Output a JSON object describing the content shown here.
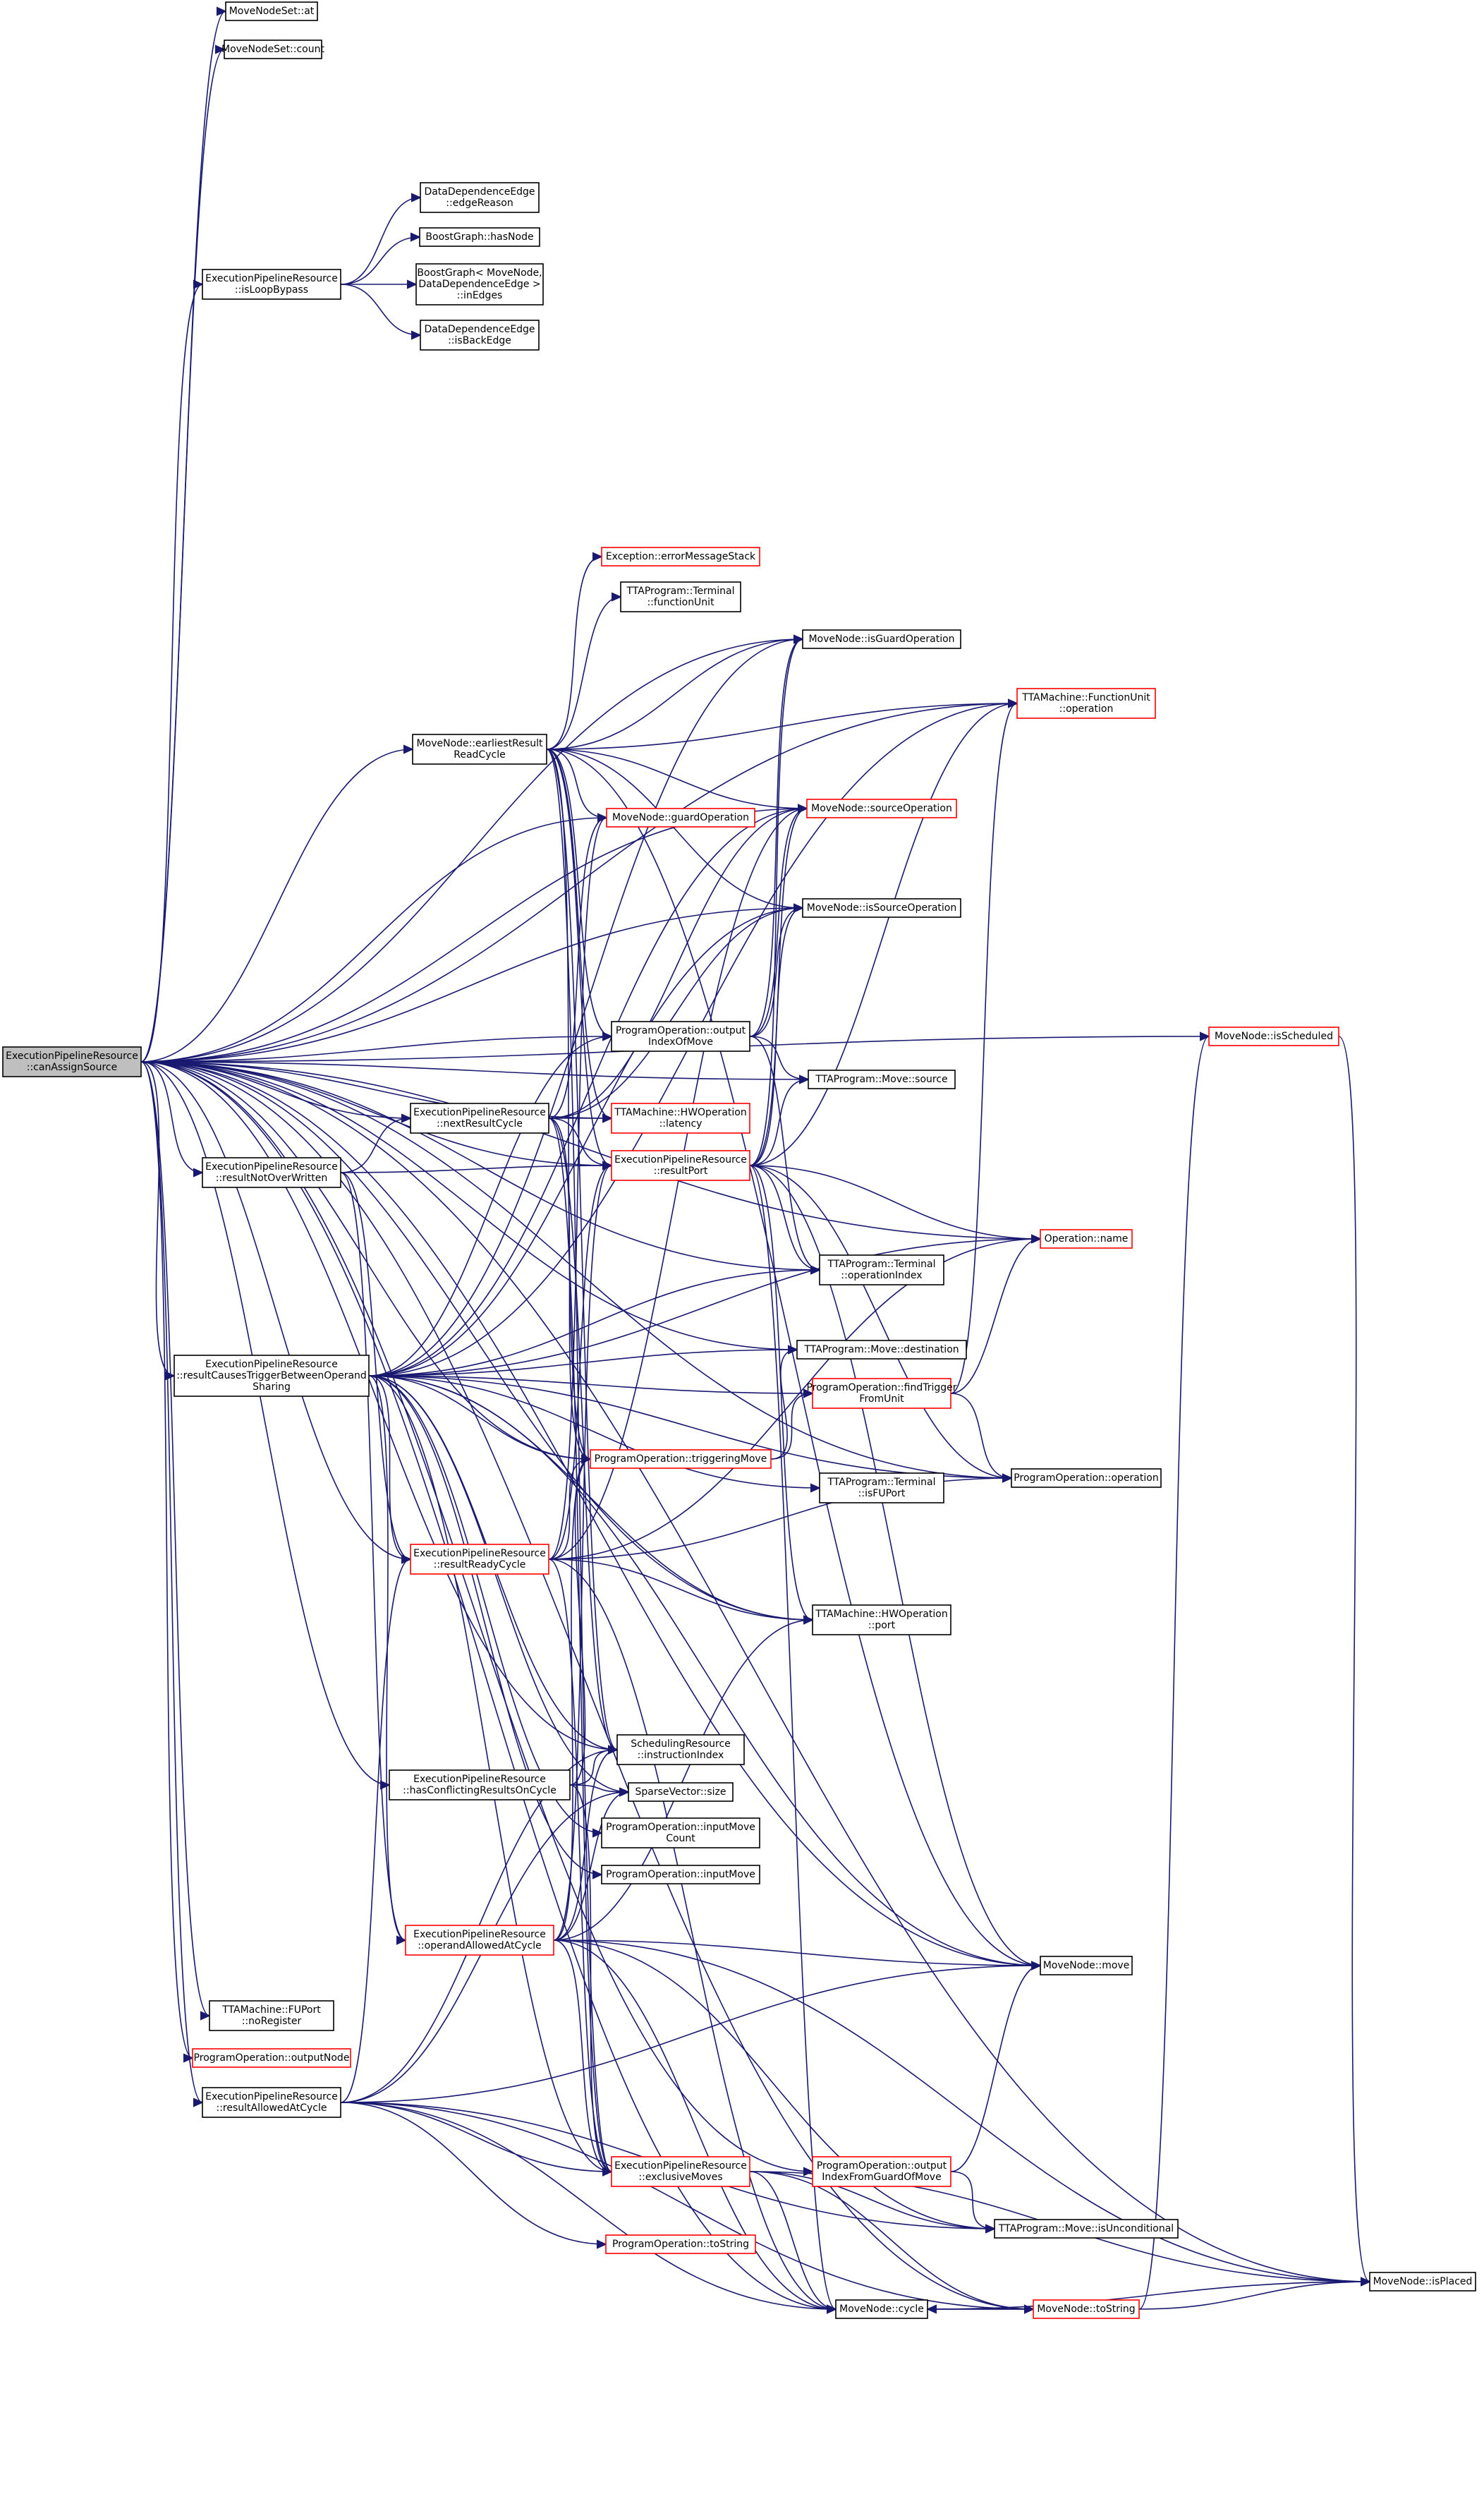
{
  "graph": {
    "root_label": "ExecutionPipelineResource::canAssignSource",
    "nodes": [
      {
        "id": "root",
        "lines": [
          "ExecutionPipelineResource",
          "::canAssignSource"
        ],
        "kind": "root"
      },
      {
        "id": "mns_at",
        "lines": [
          "MoveNodeSet::at"
        ],
        "kind": "normal"
      },
      {
        "id": "mns_count",
        "lines": [
          "MoveNodeSet::count"
        ],
        "kind": "normal"
      },
      {
        "id": "dde_reason",
        "lines": [
          "DataDependenceEdge",
          "::edgeReason"
        ],
        "kind": "normal"
      },
      {
        "id": "bg_hasnode",
        "lines": [
          "BoostGraph::hasNode"
        ],
        "kind": "normal"
      },
      {
        "id": "epr_loop",
        "lines": [
          "ExecutionPipelineResource",
          "::isLoopBypass"
        ],
        "kind": "normal"
      },
      {
        "id": "bg_inedges",
        "lines": [
          "BoostGraph< MoveNode,",
          "DataDependenceEdge >",
          "::inEdges"
        ],
        "kind": "normal"
      },
      {
        "id": "dde_back",
        "lines": [
          "DataDependenceEdge",
          "::isBackEdge"
        ],
        "kind": "normal"
      },
      {
        "id": "exc_err",
        "lines": [
          "Exception::errorMessageStack"
        ],
        "kind": "red"
      },
      {
        "id": "term_fu",
        "lines": [
          "TTAProgram::Terminal",
          "::functionUnit"
        ],
        "kind": "normal"
      },
      {
        "id": "mn_isguard",
        "lines": [
          "MoveNode::isGuardOperation"
        ],
        "kind": "normal"
      },
      {
        "id": "fu_op",
        "lines": [
          "TTAMachine::FunctionUnit",
          "::operation"
        ],
        "kind": "red"
      },
      {
        "id": "mn_earliest",
        "lines": [
          "MoveNode::earliestResult",
          "ReadCycle"
        ],
        "kind": "normal"
      },
      {
        "id": "mn_srcop",
        "lines": [
          "MoveNode::sourceOperation"
        ],
        "kind": "red"
      },
      {
        "id": "mn_guardop",
        "lines": [
          "MoveNode::guardOperation"
        ],
        "kind": "red"
      },
      {
        "id": "mn_issrc",
        "lines": [
          "MoveNode::isSourceOperation"
        ],
        "kind": "normal"
      },
      {
        "id": "mn_issched",
        "lines": [
          "MoveNode::isScheduled"
        ],
        "kind": "red"
      },
      {
        "id": "po_outidx",
        "lines": [
          "ProgramOperation::output",
          "IndexOfMove"
        ],
        "kind": "normal"
      },
      {
        "id": "move_source",
        "lines": [
          "TTAProgram::Move::source"
        ],
        "kind": "normal"
      },
      {
        "id": "epr_nextres",
        "lines": [
          "ExecutionPipelineResource",
          "::nextResultCycle"
        ],
        "kind": "normal"
      },
      {
        "id": "hwop_lat",
        "lines": [
          "TTAMachine::HWOperation",
          "::latency"
        ],
        "kind": "red"
      },
      {
        "id": "epr_resnot",
        "lines": [
          "ExecutionPipelineResource",
          "::resultNotOverWritten"
        ],
        "kind": "normal"
      },
      {
        "id": "epr_resport",
        "lines": [
          "ExecutionPipelineResource",
          "::resultPort"
        ],
        "kind": "red"
      },
      {
        "id": "op_name",
        "lines": [
          "Operation::name"
        ],
        "kind": "red"
      },
      {
        "id": "term_opidx",
        "lines": [
          "TTAProgram::Terminal",
          "::operationIndex"
        ],
        "kind": "normal"
      },
      {
        "id": "move_dest",
        "lines": [
          "TTAProgram::Move::destination"
        ],
        "kind": "normal"
      },
      {
        "id": "epr_trig",
        "lines": [
          "ExecutionPipelineResource",
          "::resultCausesTriggerBetweenOperand",
          "Sharing"
        ],
        "kind": "normal"
      },
      {
        "id": "po_findtrig",
        "lines": [
          "ProgramOperation::findTrigger",
          "FromUnit"
        ],
        "kind": "red"
      },
      {
        "id": "po_trigmove",
        "lines": [
          "ProgramOperation::triggeringMove"
        ],
        "kind": "red"
      },
      {
        "id": "term_isfu",
        "lines": [
          "TTAProgram::Terminal",
          "::isFUPort"
        ],
        "kind": "normal"
      },
      {
        "id": "po_operation",
        "lines": [
          "ProgramOperation::operation"
        ],
        "kind": "normal"
      },
      {
        "id": "epr_resready",
        "lines": [
          "ExecutionPipelineResource",
          "::resultReadyCycle"
        ],
        "kind": "red"
      },
      {
        "id": "hwop_port",
        "lines": [
          "TTAMachine::HWOperation",
          "::port"
        ],
        "kind": "normal"
      },
      {
        "id": "sr_instr",
        "lines": [
          "SchedulingResource",
          "::instructionIndex"
        ],
        "kind": "normal"
      },
      {
        "id": "epr_hasconf",
        "lines": [
          "ExecutionPipelineResource",
          "::hasConflictingResultsOnCycle"
        ],
        "kind": "normal"
      },
      {
        "id": "sv_size",
        "lines": [
          "SparseVector::size"
        ],
        "kind": "normal"
      },
      {
        "id": "po_inmovecount",
        "lines": [
          "ProgramOperation::inputMove",
          "Count"
        ],
        "kind": "normal"
      },
      {
        "id": "po_inmove",
        "lines": [
          "ProgramOperation::inputMove"
        ],
        "kind": "normal"
      },
      {
        "id": "epr_opallowed",
        "lines": [
          "ExecutionPipelineResource",
          "::operandAllowedAtCycle"
        ],
        "kind": "red"
      },
      {
        "id": "mn_move",
        "lines": [
          "MoveNode::move"
        ],
        "kind": "normal"
      },
      {
        "id": "fuport_noreg",
        "lines": [
          "TTAMachine::FUPort",
          "::noRegister"
        ],
        "kind": "normal"
      },
      {
        "id": "po_outnode",
        "lines": [
          "ProgramOperation::outputNode"
        ],
        "kind": "red"
      },
      {
        "id": "epr_resallowed",
        "lines": [
          "ExecutionPipelineResource",
          "::resultAllowedAtCycle"
        ],
        "kind": "normal"
      },
      {
        "id": "epr_excl",
        "lines": [
          "ExecutionPipelineResource",
          "::exclusiveMoves"
        ],
        "kind": "red"
      },
      {
        "id": "po_outidxguard",
        "lines": [
          "ProgramOperation::output",
          "IndexFromGuardOfMove"
        ],
        "kind": "red"
      },
      {
        "id": "move_uncond",
        "lines": [
          "TTAProgram::Move::isUnconditional"
        ],
        "kind": "normal"
      },
      {
        "id": "po_tostring",
        "lines": [
          "ProgramOperation::toString"
        ],
        "kind": "red"
      },
      {
        "id": "mn_isplaced",
        "lines": [
          "MoveNode::isPlaced"
        ],
        "kind": "normal"
      },
      {
        "id": "mn_cycle",
        "lines": [
          "MoveNode::cycle"
        ],
        "kind": "normal"
      },
      {
        "id": "mn_tostring",
        "lines": [
          "MoveNode::toString"
        ],
        "kind": "red"
      }
    ],
    "edges": [
      [
        "root",
        "mns_at"
      ],
      [
        "root",
        "mns_count"
      ],
      [
        "root",
        "epr_loop"
      ],
      [
        "root",
        "mn_isguard"
      ],
      [
        "root",
        "fu_op"
      ],
      [
        "root",
        "mn_earliest"
      ],
      [
        "root",
        "mn_srcop"
      ],
      [
        "root",
        "mn_guardop"
      ],
      [
        "root",
        "mn_issrc"
      ],
      [
        "root",
        "mn_issched"
      ],
      [
        "root",
        "po_outidx"
      ],
      [
        "root",
        "move_source"
      ],
      [
        "root",
        "epr_nextres"
      ],
      [
        "root",
        "hwop_lat"
      ],
      [
        "root",
        "epr_resnot"
      ],
      [
        "root",
        "epr_resport"
      ],
      [
        "root",
        "op_name"
      ],
      [
        "root",
        "term_opidx"
      ],
      [
        "root",
        "move_dest"
      ],
      [
        "root",
        "epr_trig"
      ],
      [
        "root",
        "po_trigmove"
      ],
      [
        "root",
        "epr_resready"
      ],
      [
        "root",
        "hwop_port"
      ],
      [
        "root",
        "sr_instr"
      ],
      [
        "root",
        "epr_hasconf"
      ],
      [
        "root",
        "mn_move"
      ],
      [
        "root",
        "fuport_noreg"
      ],
      [
        "root",
        "po_outnode"
      ],
      [
        "root",
        "epr_resallowed"
      ],
      [
        "root",
        "po_outidxguard"
      ],
      [
        "root",
        "mn_isplaced"
      ],
      [
        "root",
        "mn_cycle"
      ],
      [
        "root",
        "mn_tostring"
      ],
      [
        "root",
        "po_operation"
      ],
      [
        "epr_loop",
        "dde_reason"
      ],
      [
        "epr_loop",
        "bg_hasnode"
      ],
      [
        "epr_loop",
        "bg_inedges"
      ],
      [
        "epr_loop",
        "dde_back"
      ],
      [
        "mn_earliest",
        "exc_err"
      ],
      [
        "mn_earliest",
        "term_fu"
      ],
      [
        "mn_earliest",
        "mn_isguard"
      ],
      [
        "mn_earliest",
        "fu_op"
      ],
      [
        "mn_earliest",
        "mn_srcop"
      ],
      [
        "mn_earliest",
        "mn_guardop"
      ],
      [
        "mn_earliest",
        "mn_issrc"
      ],
      [
        "mn_earliest",
        "po_outidx"
      ],
      [
        "mn_earliest",
        "hwop_lat"
      ],
      [
        "mn_earliest",
        "epr_resport"
      ],
      [
        "mn_earliest",
        "po_trigmove"
      ],
      [
        "mn_earliest",
        "sr_instr"
      ],
      [
        "mn_earliest",
        "mn_move"
      ],
      [
        "mn_earliest",
        "epr_excl"
      ],
      [
        "po_outidx",
        "move_source"
      ],
      [
        "po_outidx",
        "term_opidx"
      ],
      [
        "po_outidx",
        "mn_isguard"
      ],
      [
        "po_outidx",
        "mn_srcop"
      ],
      [
        "po_outidx",
        "mn_issrc"
      ],
      [
        "epr_nextres",
        "mn_guardop"
      ],
      [
        "epr_nextres",
        "mn_srcop"
      ],
      [
        "epr_nextres",
        "mn_issrc"
      ],
      [
        "epr_nextres",
        "hwop_lat"
      ],
      [
        "epr_nextres",
        "epr_resport"
      ],
      [
        "epr_nextres",
        "po_trigmove"
      ],
      [
        "epr_nextres",
        "sr_instr"
      ],
      [
        "epr_nextres",
        "epr_excl"
      ],
      [
        "epr_resnot",
        "epr_nextres"
      ],
      [
        "epr_resnot",
        "epr_resport"
      ],
      [
        "epr_resnot",
        "epr_resready"
      ],
      [
        "epr_resnot",
        "epr_opallowed"
      ],
      [
        "epr_resport",
        "fu_op"
      ],
      [
        "epr_resport",
        "mn_srcop"
      ],
      [
        "epr_resport",
        "mn_issrc"
      ],
      [
        "epr_resport",
        "move_source"
      ],
      [
        "epr_resport",
        "op_name"
      ],
      [
        "epr_resport",
        "term_opidx"
      ],
      [
        "epr_resport",
        "po_operation"
      ],
      [
        "epr_resport",
        "mn_move"
      ],
      [
        "epr_resport",
        "hwop_port"
      ],
      [
        "epr_resport",
        "mn_cycle"
      ],
      [
        "epr_resport",
        "mn_isguard"
      ],
      [
        "epr_trig",
        "mn_isguard"
      ],
      [
        "epr_trig",
        "fu_op"
      ],
      [
        "epr_trig",
        "mn_srcop"
      ],
      [
        "epr_trig",
        "mn_issrc"
      ],
      [
        "epr_trig",
        "po_outidx"
      ],
      [
        "epr_trig",
        "term_opidx"
      ],
      [
        "epr_trig",
        "op_name"
      ],
      [
        "epr_trig",
        "move_dest"
      ],
      [
        "epr_trig",
        "po_findtrig"
      ],
      [
        "epr_trig",
        "po_trigmove"
      ],
      [
        "epr_trig",
        "term_isfu"
      ],
      [
        "epr_trig",
        "po_operation"
      ],
      [
        "epr_trig",
        "hwop_port"
      ],
      [
        "epr_trig",
        "sr_instr"
      ],
      [
        "epr_trig",
        "sv_size"
      ],
      [
        "epr_trig",
        "po_inmovecount"
      ],
      [
        "epr_trig",
        "po_inmove"
      ],
      [
        "epr_trig",
        "epr_resready"
      ],
      [
        "epr_trig",
        "epr_opallowed"
      ],
      [
        "epr_trig",
        "mn_move"
      ],
      [
        "epr_trig",
        "epr_excl"
      ],
      [
        "po_findtrig",
        "op_name"
      ],
      [
        "po_findtrig",
        "fu_op"
      ],
      [
        "po_findtrig",
        "po_operation"
      ],
      [
        "po_trigmove",
        "move_dest"
      ],
      [
        "po_trigmove",
        "po_findtrig"
      ],
      [
        "epr_resready",
        "hwop_port"
      ],
      [
        "epr_resready",
        "po_trigmove"
      ],
      [
        "epr_resready",
        "epr_resport"
      ],
      [
        "epr_resready",
        "op_name"
      ],
      [
        "epr_resready",
        "po_operation"
      ],
      [
        "epr_resready",
        "mn_srcop"
      ],
      [
        "epr_resready",
        "mn_guardop"
      ],
      [
        "epr_resready",
        "mn_cycle"
      ],
      [
        "epr_resready",
        "epr_excl"
      ],
      [
        "epr_hasconf",
        "sr_instr"
      ],
      [
        "epr_hasconf",
        "sv_size"
      ],
      [
        "epr_hasconf",
        "po_trigmove"
      ],
      [
        "epr_hasconf",
        "epr_excl"
      ],
      [
        "epr_opallowed",
        "sr_instr"
      ],
      [
        "epr_opallowed",
        "sv_size"
      ],
      [
        "epr_opallowed",
        "po_trigmove"
      ],
      [
        "epr_opallowed",
        "hwop_port"
      ],
      [
        "epr_opallowed",
        "mn_move"
      ],
      [
        "epr_opallowed",
        "epr_excl"
      ],
      [
        "epr_opallowed",
        "mn_isplaced"
      ],
      [
        "epr_opallowed",
        "move_uncond"
      ],
      [
        "epr_opallowed",
        "mn_cycle"
      ],
      [
        "epr_opallowed",
        "epr_resport"
      ],
      [
        "epr_resallowed",
        "epr_resready"
      ],
      [
        "epr_resallowed",
        "sr_instr"
      ],
      [
        "epr_resallowed",
        "sv_size"
      ],
      [
        "epr_resallowed",
        "mn_move"
      ],
      [
        "epr_resallowed",
        "epr_excl"
      ],
      [
        "epr_resallowed",
        "po_tostring"
      ],
      [
        "epr_resallowed",
        "move_uncond"
      ],
      [
        "epr_resallowed",
        "mn_tostring"
      ],
      [
        "epr_resallowed",
        "mn_cycle"
      ],
      [
        "epr_excl",
        "mn_isplaced"
      ],
      [
        "epr_excl",
        "mn_cycle"
      ],
      [
        "epr_excl",
        "move_uncond"
      ],
      [
        "epr_excl",
        "mn_tostring"
      ],
      [
        "po_outidxguard",
        "mn_move"
      ],
      [
        "po_outidxguard",
        "move_uncond"
      ],
      [
        "mn_issched",
        "mn_isplaced"
      ],
      [
        "mn_tostring",
        "mn_issched"
      ],
      [
        "mn_tostring",
        "mn_isplaced"
      ],
      [
        "mn_tostring",
        "mn_cycle"
      ],
      [
        "mn_cycle",
        "mn_isplaced"
      ],
      [
        "mn_cycle",
        "mn_tostring"
      ]
    ]
  }
}
